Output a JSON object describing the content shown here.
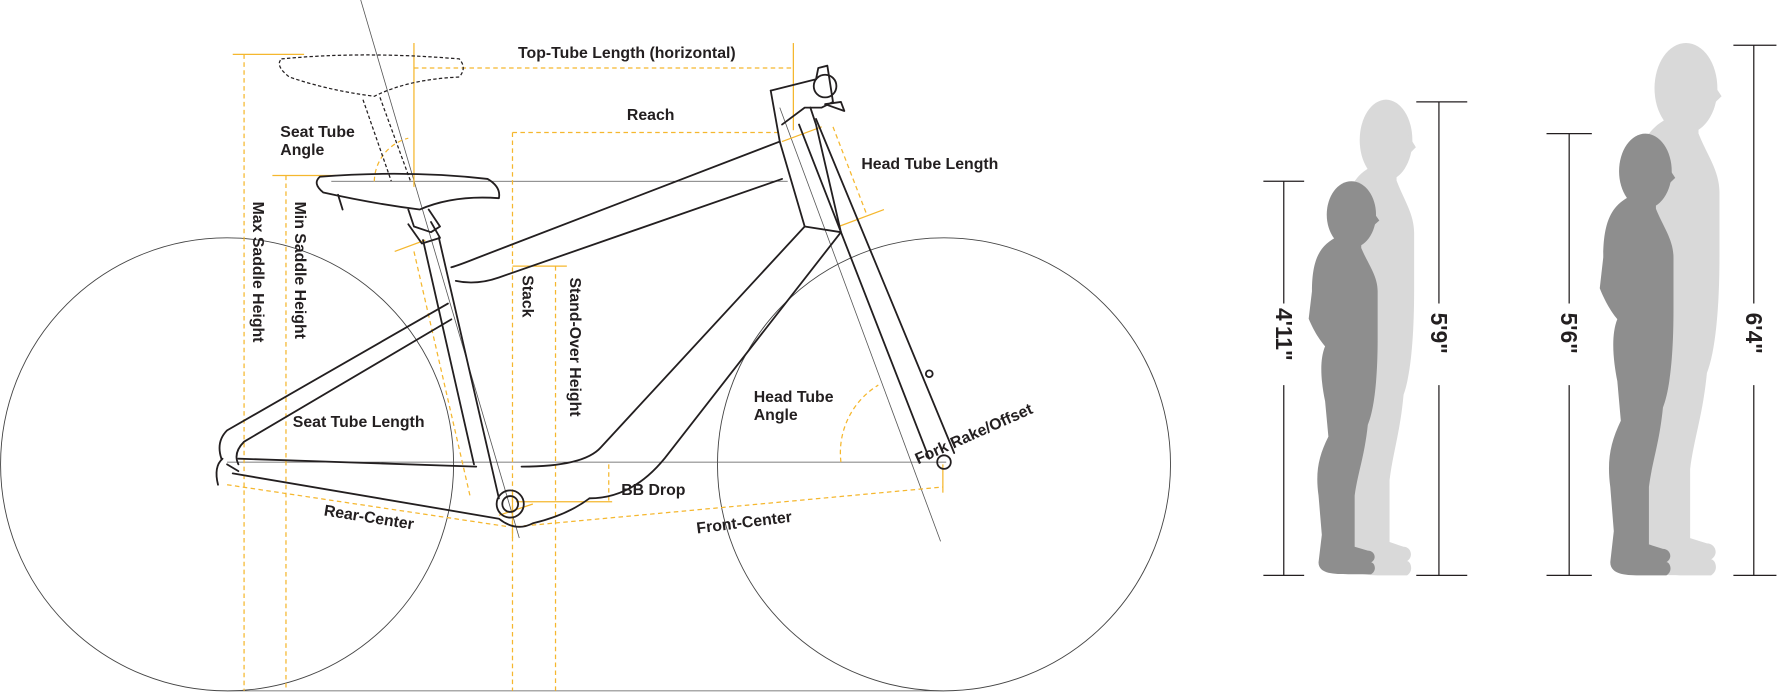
{
  "colors": {
    "dimension": "#f5b72e",
    "line": "#231f20",
    "person_dark": "#8e8e8e",
    "person_light": "#d9d9d9"
  },
  "labels": {
    "top_tube": "Top-Tube Length (horizontal)",
    "reach": "Reach",
    "seat_tube_angle_1": "Seat Tube",
    "seat_tube_angle_2": "Angle",
    "head_tube_length": "Head Tube Length",
    "max_saddle_height": "Max Saddle Height",
    "min_saddle_height": "Min Saddle Height",
    "stack": "Stack",
    "stand_over_height": "Stand-Over Height",
    "seat_tube_length": "Seat Tube Length",
    "head_tube_angle_1": "Head Tube",
    "head_tube_angle_2": "Angle",
    "fork_rake": "Fork Rake/Offset",
    "bb_drop": "BB Drop",
    "rear_center": "Rear-Center",
    "front_center": "Front-Center"
  },
  "heights": [
    {
      "label": "4'11\"",
      "shade": "dark"
    },
    {
      "label": "5'9\"",
      "shade": "light"
    },
    {
      "label": "5'6\"",
      "shade": "dark"
    },
    {
      "label": "6'4\"",
      "shade": "light"
    }
  ]
}
